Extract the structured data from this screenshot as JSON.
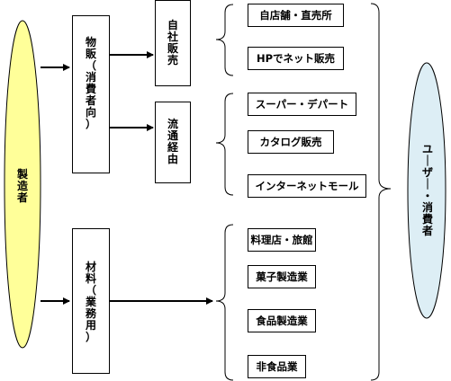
{
  "manufacturer": {
    "label": "製造者"
  },
  "consumer": {
    "label": "ユーザー・消費者"
  },
  "channels": {
    "retail": {
      "label": "物販（消費者向）"
    },
    "material": {
      "label": "材料（業務用）"
    }
  },
  "routes": {
    "direct": {
      "label": "自社販売"
    },
    "distribution": {
      "label": "流通経由"
    }
  },
  "outlets": {
    "direct": [
      "自店舗・直売所",
      "HPでネット販売"
    ],
    "distribution": [
      "スーパー・デパート",
      "カタログ販売",
      "インターネットモール"
    ],
    "material": [
      "料理店・旅館",
      "菓子製造業",
      "食品製造業",
      "非食品業"
    ]
  },
  "colors": {
    "manufacturer_fill": "#FFFF99",
    "consumer_fill": "#DDEEF5",
    "stroke": "#000000"
  }
}
